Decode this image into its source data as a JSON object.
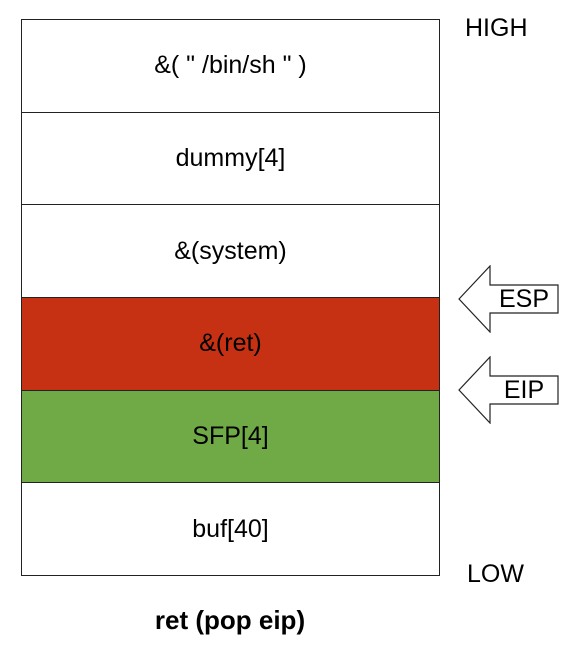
{
  "stack": {
    "cells": [
      {
        "label": "&( \" /bin/sh \" )",
        "color": "#ffffff"
      },
      {
        "label": "dummy[4]",
        "color": "#ffffff"
      },
      {
        "label": "&(system)",
        "color": "#ffffff"
      },
      {
        "label": "&(ret)",
        "color": "#c63114"
      },
      {
        "label": "SFP[4]",
        "color": "#6faa46"
      },
      {
        "label": "buf[40]",
        "color": "#ffffff"
      }
    ]
  },
  "labels": {
    "high": "HIGH",
    "low": "LOW"
  },
  "pointers": {
    "esp": "ESP",
    "eip": "EIP"
  },
  "caption": "ret (pop eip)"
}
